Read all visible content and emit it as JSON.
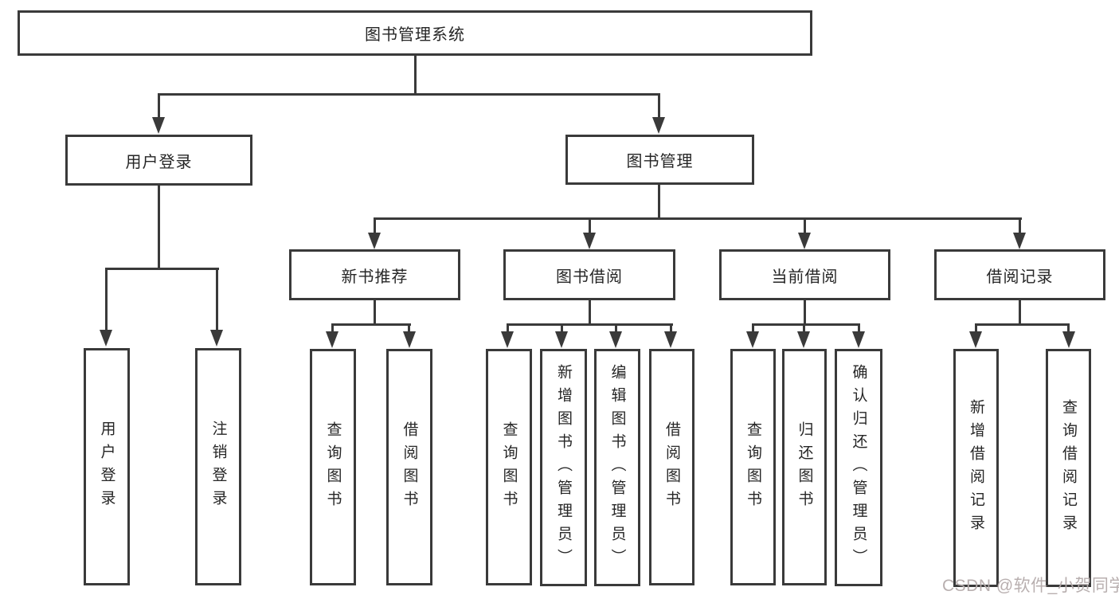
{
  "tree": {
    "root": {
      "label": "图书管理系统"
    },
    "branches": [
      {
        "label": "用户登录",
        "children": [
          {
            "label": "用户登录"
          },
          {
            "label": "注销登录"
          }
        ]
      },
      {
        "label": "图书管理",
        "children": [
          {
            "label": "新书推荐",
            "children": [
              {
                "label": "查询图书"
              },
              {
                "label": "借阅图书"
              }
            ]
          },
          {
            "label": "图书借阅",
            "children": [
              {
                "label": "查询图书"
              },
              {
                "label": "新增图书（管理员）"
              },
              {
                "label": "编辑图书（管理员）"
              },
              {
                "label": "借阅图书"
              }
            ]
          },
          {
            "label": "当前借阅",
            "children": [
              {
                "label": "查询图书"
              },
              {
                "label": "归还图书"
              },
              {
                "label": "确认归还（管理员）"
              }
            ]
          },
          {
            "label": "借阅记录",
            "children": [
              {
                "label": "新增借阅记录"
              },
              {
                "label": "查询借阅记录"
              }
            ]
          }
        ]
      }
    ]
  },
  "watermark": {
    "text": "CSDN @软件_小贺同学"
  },
  "colors": {
    "line": "#3a3a3a",
    "text": "#262626",
    "box-bg": "#ffffff",
    "watermark": "#b5abab"
  }
}
